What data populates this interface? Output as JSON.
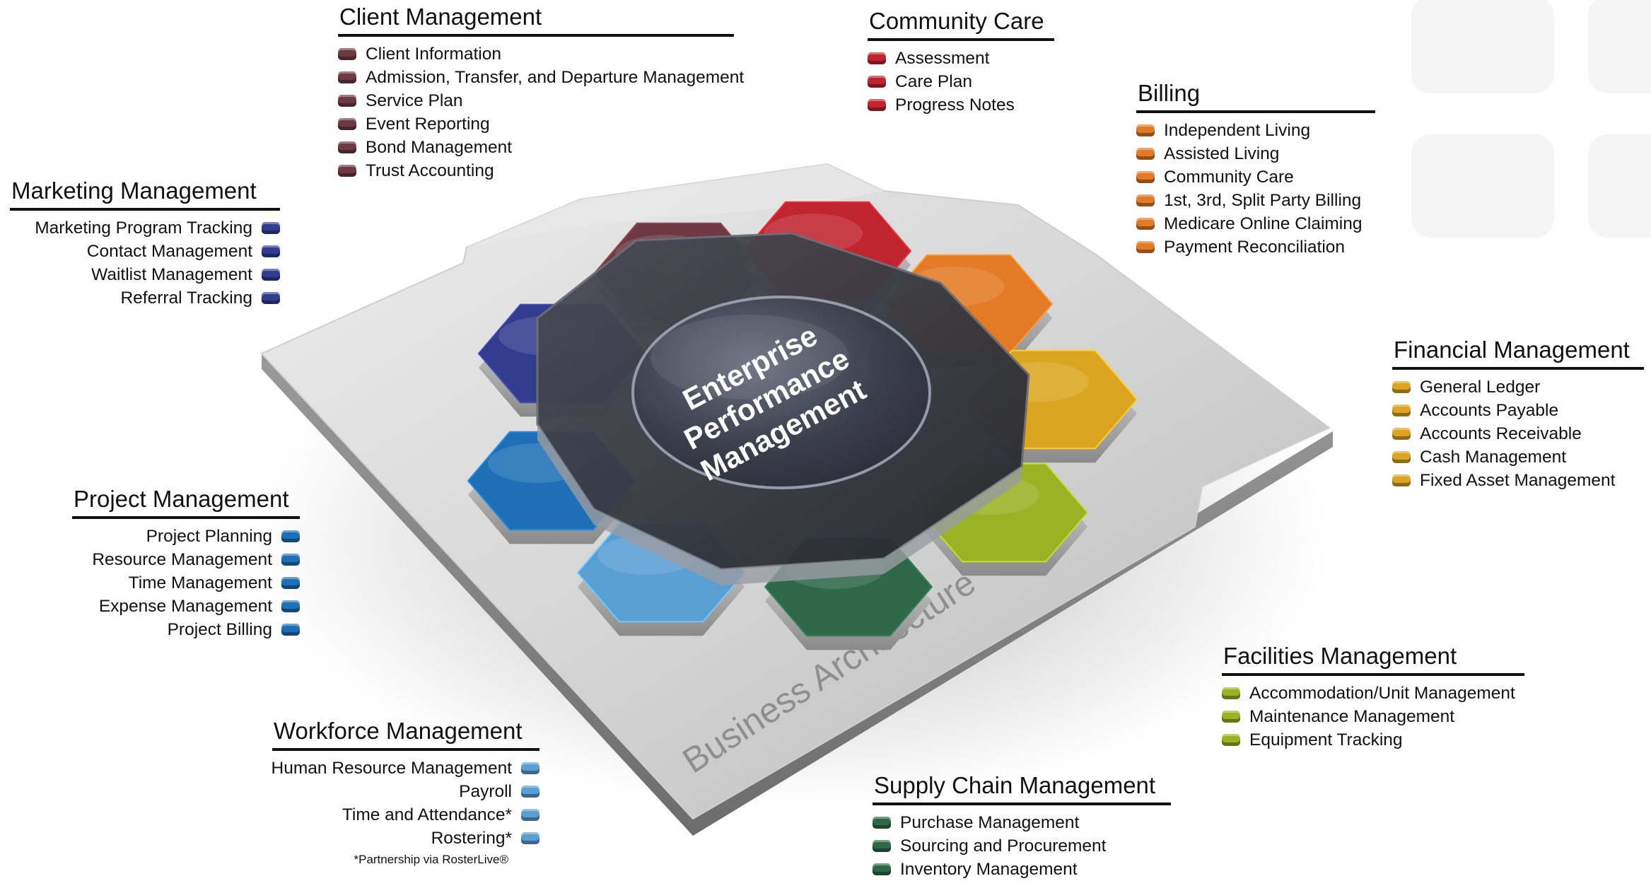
{
  "center_label": [
    "Enterprise",
    "Performance",
    "Management"
  ],
  "platform_label": "Business Architecture",
  "colors": {
    "client": "#6e3942",
    "community": "#c0242e",
    "billing": "#e37a26",
    "financial": "#dba521",
    "facilities": "#9ab223",
    "supply": "#2e6848",
    "workforce": "#5a9fd4",
    "project": "#1e6fb5",
    "marketing": "#323c8f"
  },
  "groups": {
    "client": {
      "title": "Client Management",
      "items": [
        "Client Information",
        "Admission, Transfer, and Departure Management",
        "Service Plan",
        "Event Reporting",
        "Bond Management",
        "Trust Accounting"
      ]
    },
    "community": {
      "title": "Community Care",
      "items": [
        "Assessment",
        "Care Plan",
        "Progress Notes"
      ]
    },
    "billing": {
      "title": "Billing",
      "items": [
        "Independent Living",
        "Assisted Living",
        "Community Care",
        "1st, 3rd, Split Party Billing",
        "Medicare Online Claiming",
        "Payment Reconciliation"
      ]
    },
    "financial": {
      "title": "Financial Management",
      "items": [
        "General Ledger",
        "Accounts Payable",
        "Accounts Receivable",
        "Cash Management",
        "Fixed Asset Management"
      ]
    },
    "facilities": {
      "title": "Facilities Management",
      "items": [
        "Accommodation/Unit Management",
        "Maintenance Management",
        "Equipment Tracking"
      ]
    },
    "supply": {
      "title": "Supply Chain Management",
      "items": [
        "Purchase Management",
        "Sourcing and Procurement",
        "Inventory Management"
      ]
    },
    "workforce": {
      "title": "Workforce Management",
      "items": [
        "Human Resource Management",
        "Payroll",
        "Time and Attendance*",
        "Rostering*"
      ],
      "note": "*Partnership via RosterLive®"
    },
    "project": {
      "title": "Project Management",
      "items": [
        "Project Planning",
        "Resource Management",
        "Time Management",
        "Expense Management",
        "Project Billing"
      ]
    },
    "marketing": {
      "title": "Marketing Management",
      "items": [
        "Marketing Program Tracking",
        "Contact Management",
        "Waitlist Management",
        "Referral Tracking"
      ]
    }
  }
}
